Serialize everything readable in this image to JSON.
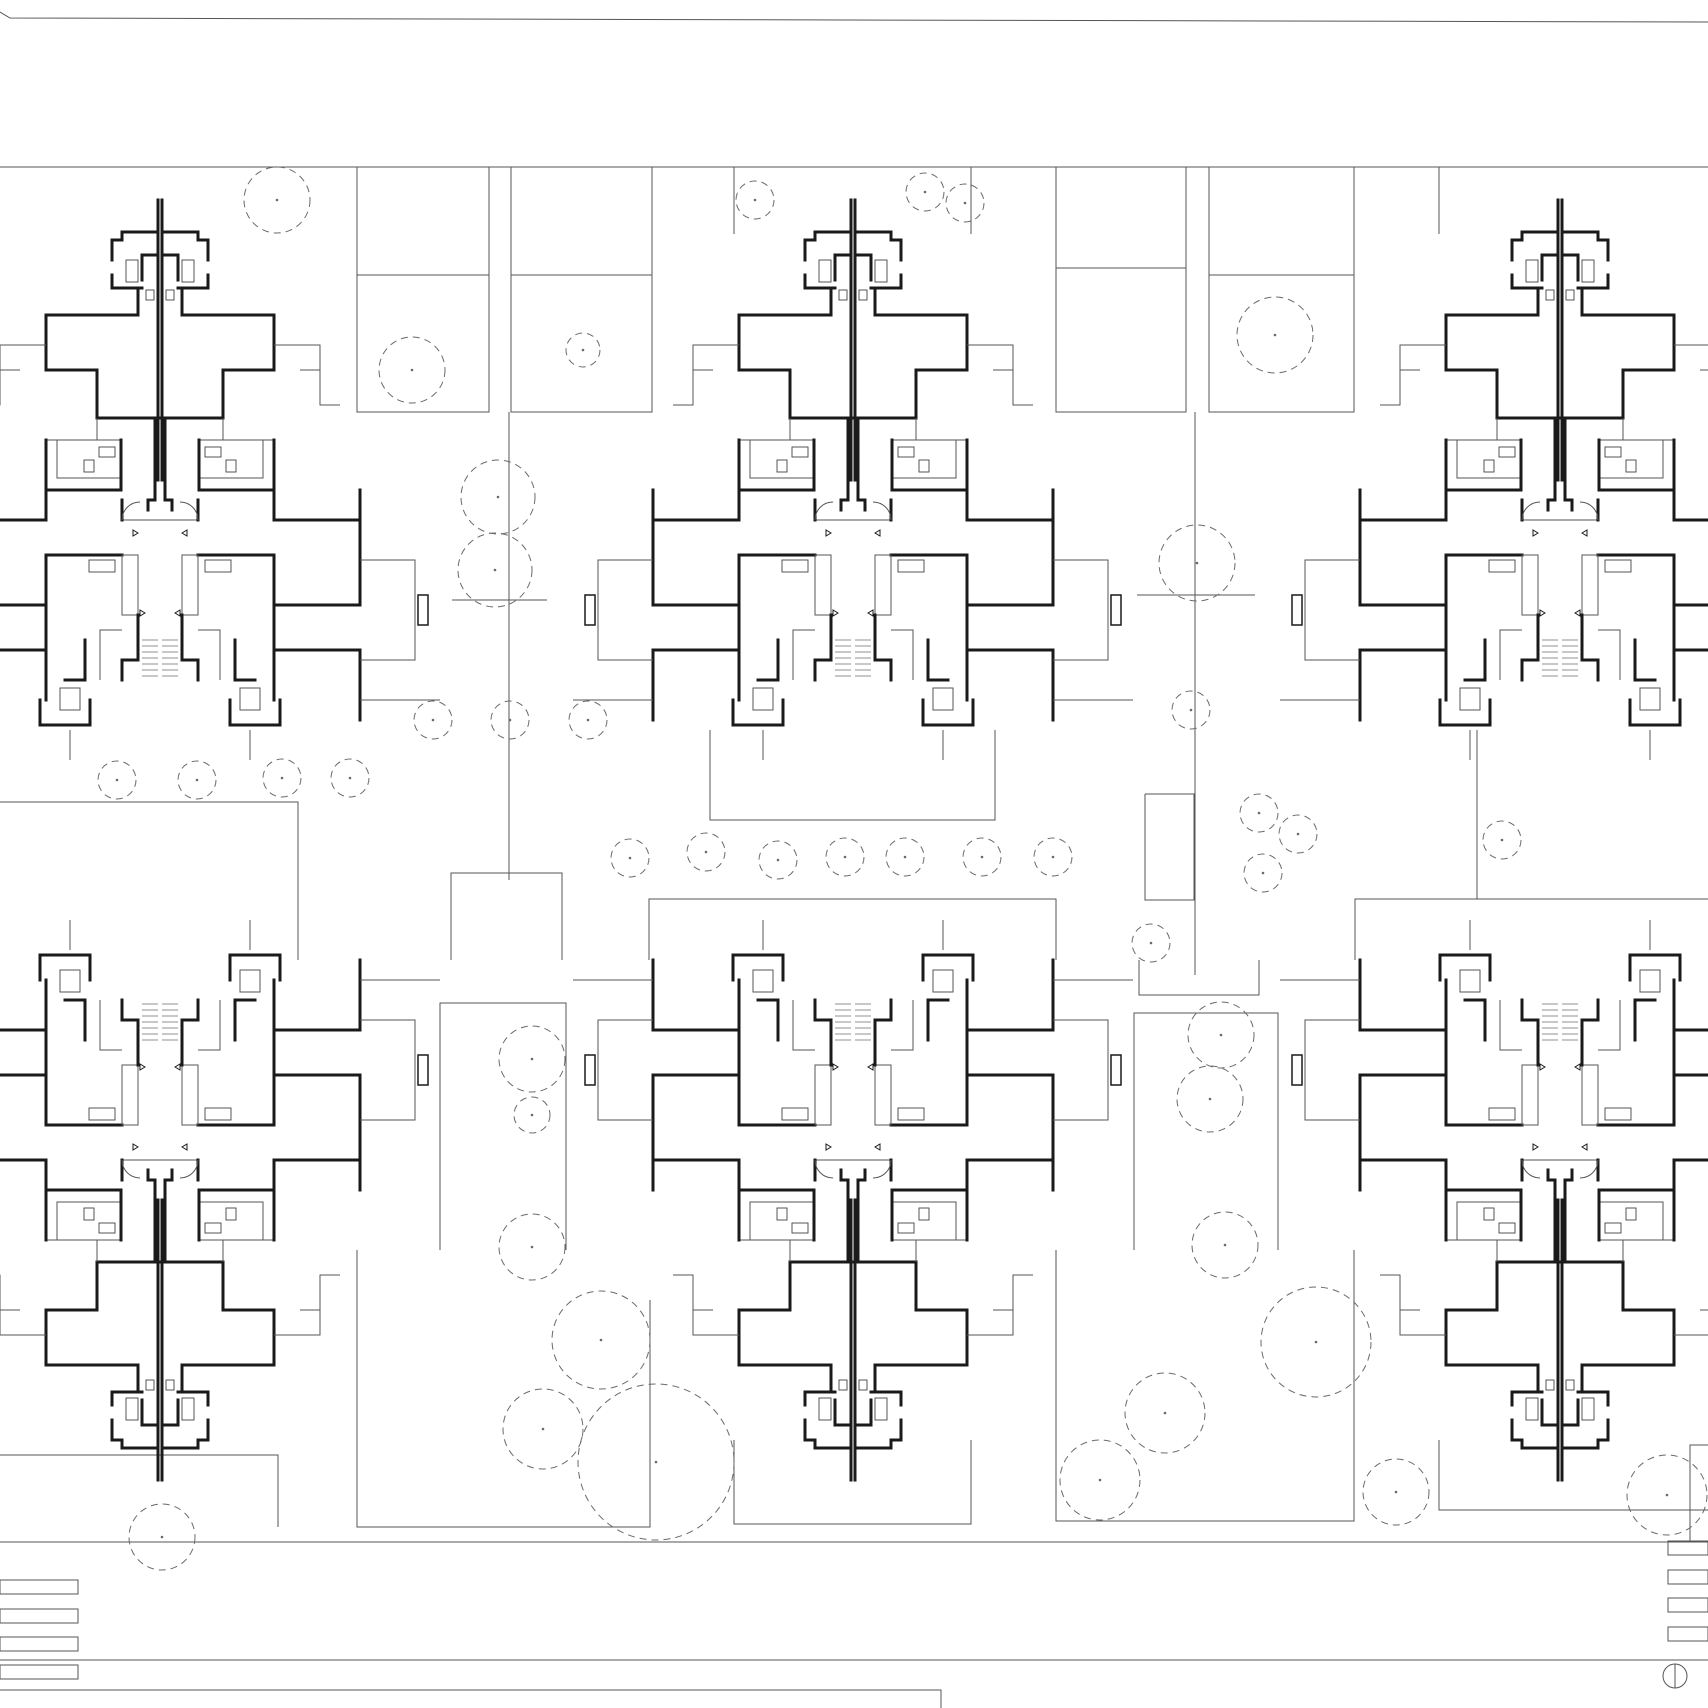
{
  "drawing": {
    "kind": "site-plan",
    "background": "#ffffff",
    "line_color": "#1a1a1a",
    "grid_line_color": "#555555",
    "tree_line_color": "#6a6a6a",
    "north_icon": "north-arrow-icon"
  },
  "blocks": [
    {
      "id": "block-top-left",
      "orientation": "north"
    },
    {
      "id": "block-top-center",
      "orientation": "north"
    },
    {
      "id": "block-top-right",
      "orientation": "north"
    },
    {
      "id": "block-bottom-left",
      "orientation": "south"
    },
    {
      "id": "block-bottom-center",
      "orientation": "south"
    },
    {
      "id": "block-bottom-right",
      "orientation": "south"
    }
  ],
  "trees": 45,
  "parking_stalls": 8
}
